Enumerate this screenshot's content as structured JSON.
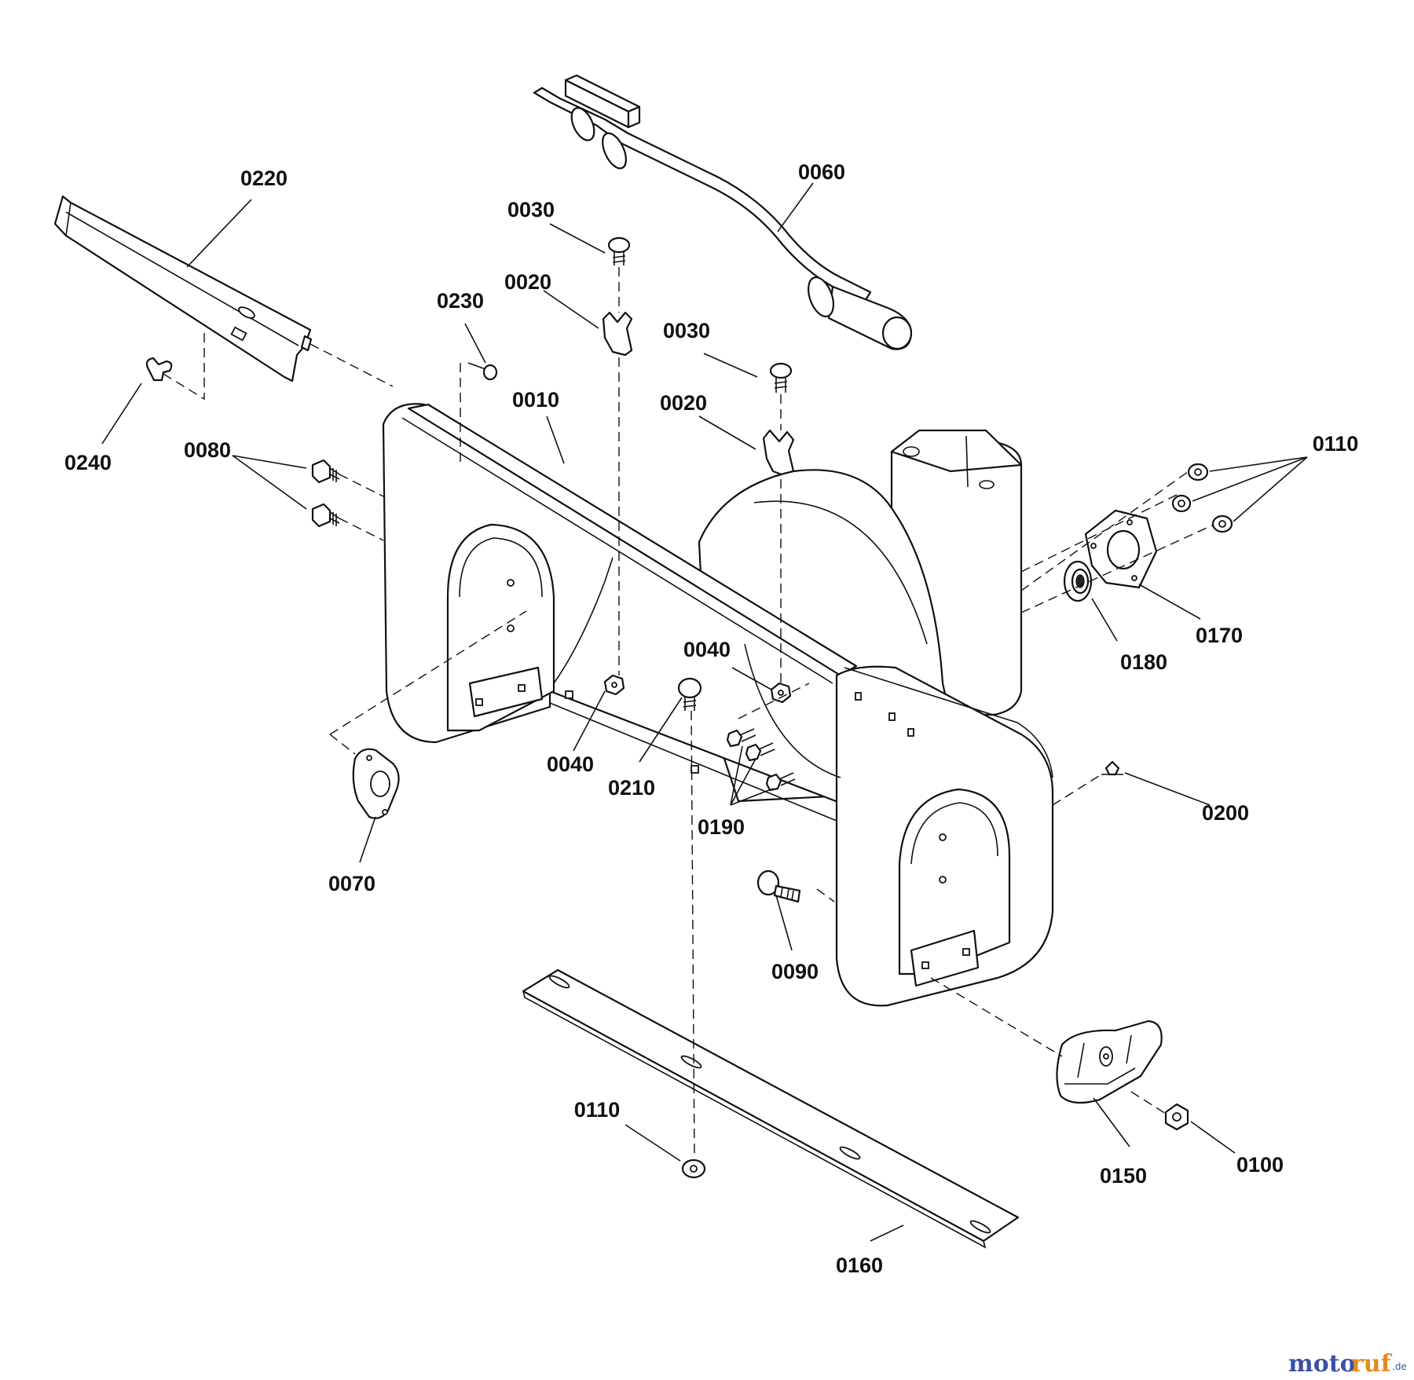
{
  "callouts": {
    "c0220": "0220",
    "c0060": "0060",
    "c0030a": "0030",
    "c0020a": "0020",
    "c0230": "0230",
    "c0030b": "0030",
    "c0020b": "0020",
    "c0010": "0010",
    "c0240": "0240",
    "c0080": "0080",
    "c0110a": "0110",
    "c0170": "0170",
    "c0180": "0180",
    "c0040a": "0040",
    "c0040b": "0040",
    "c0210": "0210",
    "c0190": "0190",
    "c0200": "0200",
    "c0070": "0070",
    "c0090": "0090",
    "c0110b": "0110",
    "c0150": "0150",
    "c0100": "0100",
    "c0160": "0160"
  },
  "watermark": {
    "brand_a": "moto",
    "brand_b": "ruf",
    "suffix": ".de"
  },
  "colors": {
    "line": "#111111",
    "background": "#ffffff",
    "watermark_blue": "#3b4fa8",
    "watermark_orange": "#e48a1c"
  }
}
